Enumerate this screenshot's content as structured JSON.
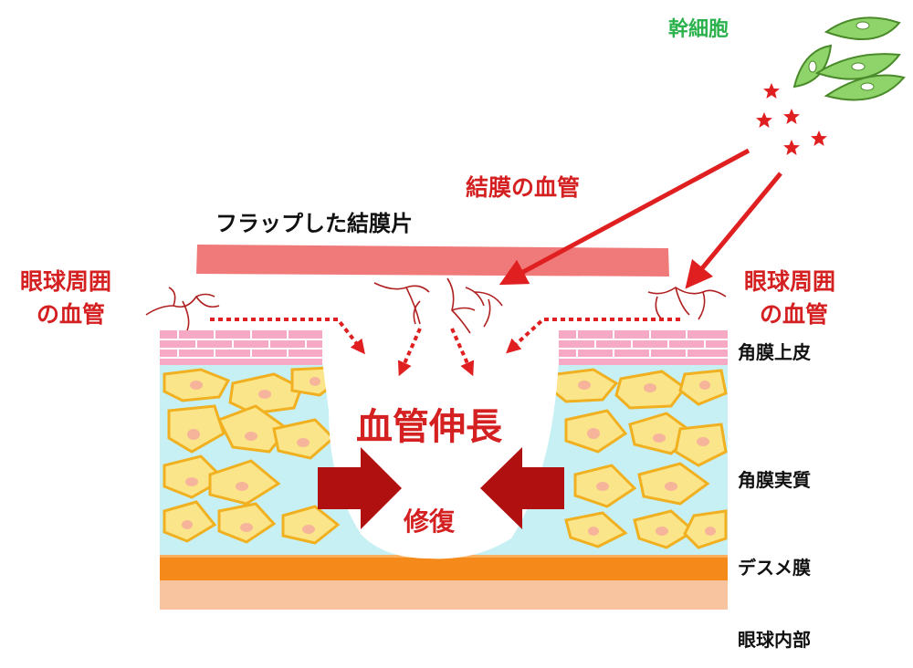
{
  "labels": {
    "stem_cell": "幹細胞",
    "conjunctival_vessel": "結膜の血管",
    "flap_conjunctiva": "フラップした結膜片",
    "periocular_vessel_left": [
      "眼球周囲",
      "の血管"
    ],
    "periocular_vessel_right": [
      "眼球周囲",
      "の血管"
    ],
    "angiogenesis": "血管伸長",
    "repair": "修復",
    "corneal_epithelium": "角膜上皮",
    "corneal_stroma": "角膜実質",
    "descemet_membrane": "デスメ膜",
    "eye_interior": "眼球内部"
  },
  "colors": {
    "red_label": "#d42020",
    "green_label": "#2bb24c",
    "flap": "#f07a7a",
    "epithelium": "#f6a9c4",
    "stroma": "#c7f0f5",
    "cell_fill": "#fbe58a",
    "cell_stroke": "#f0b020",
    "nucleus": "#f6b49a",
    "descemet": "#f58a1a",
    "interior": "#f8c4a0",
    "big_arrow": "#b01010",
    "stem_cell": "#8fd46a"
  },
  "icons": [
    "star-icon",
    "stem-cell-icon",
    "red-arrow-icon",
    "dotted-arrow-icon",
    "blood-vessel-icon"
  ]
}
